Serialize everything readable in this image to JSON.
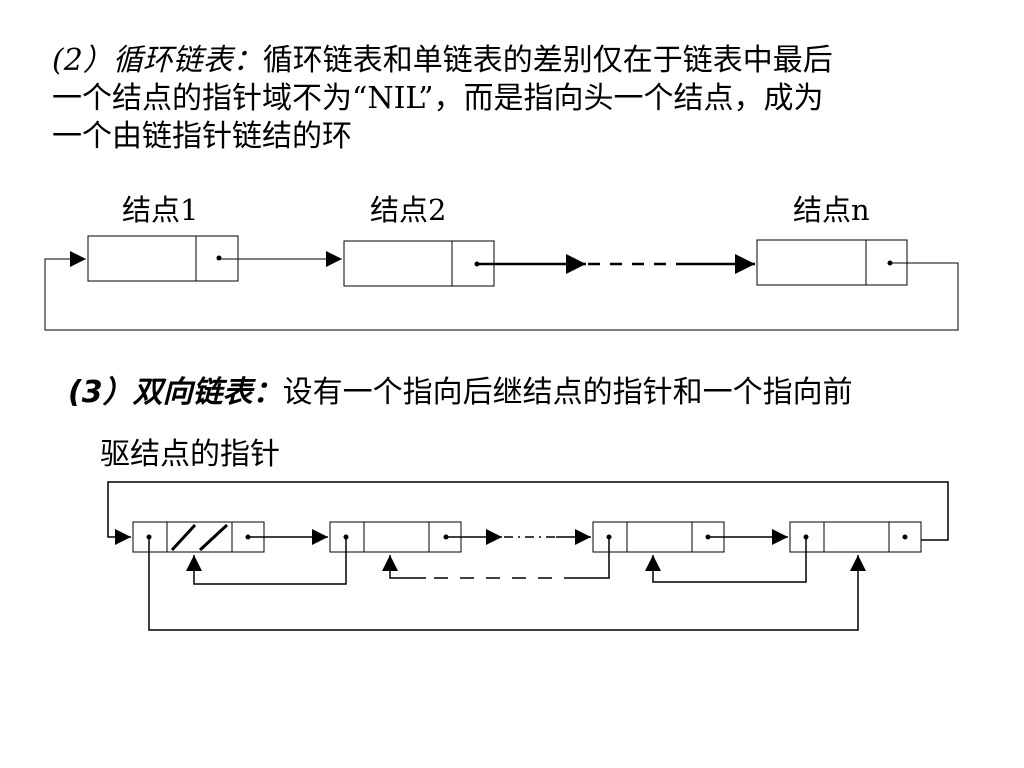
{
  "section_circular": {
    "prefix": "(2）",
    "title": "循环链表：",
    "body_line1": "循环链表和单链表的差别仅在于链表中最后",
    "body_line2": "一个结点的指针域不为“NIL”，而是指向头一个结点，成为",
    "body_line3": "一个由链指针链结的环"
  },
  "circular_diagram": {
    "node_labels": [
      "结点1",
      "结点2",
      "结点n"
    ]
  },
  "section_doubly": {
    "prefix": "(3）",
    "title": "双向链表：",
    "body_line1": "设有一个指向后继结点的指针和一个指向前",
    "body_line2": "驱结点的指针"
  }
}
